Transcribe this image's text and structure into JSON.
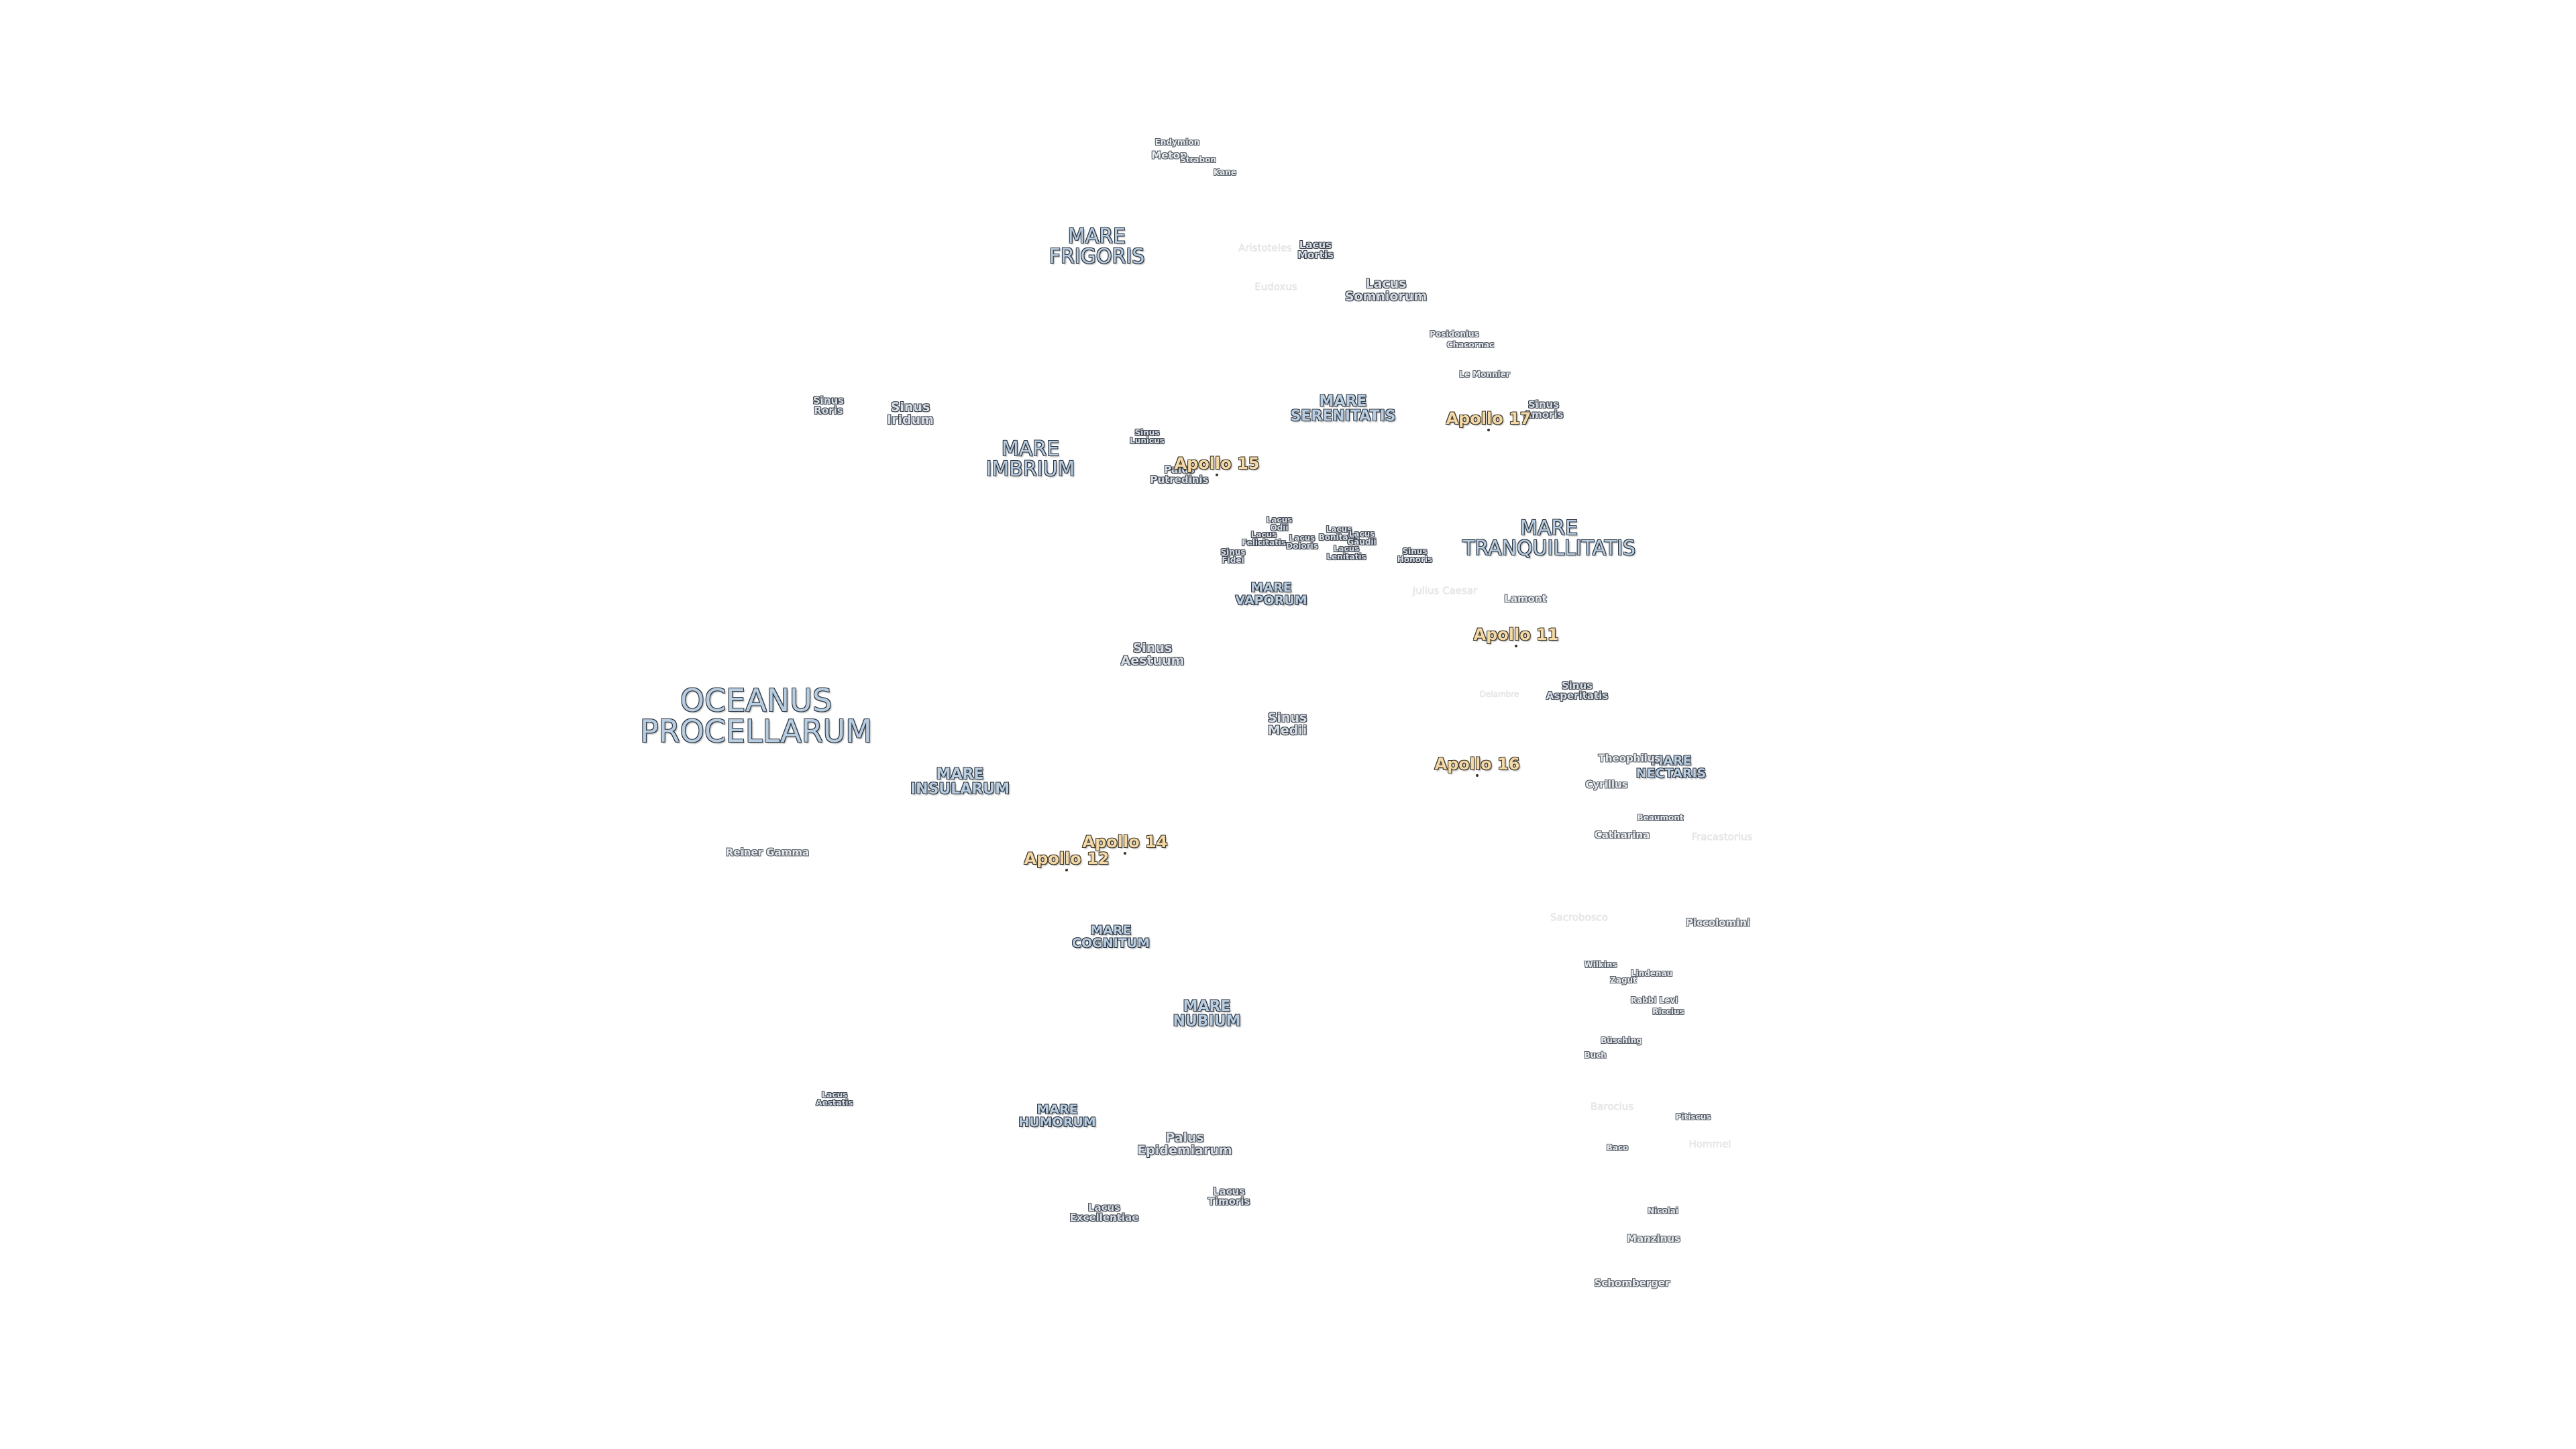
{
  "maria": [
    {
      "name": "OCEANUS\nPROCELLARUM",
      "size": "xl"
    },
    {
      "name": "MARE\nFRIGORIS",
      "size": "l"
    },
    {
      "name": "MARE\nIMBRIUM",
      "size": "l"
    },
    {
      "name": "MARE\nSERENITATIS",
      "size": "m"
    },
    {
      "name": "MARE\nTRANQUILLITATIS",
      "size": "l"
    },
    {
      "name": "MARE\nVAPORUM",
      "size": "s"
    },
    {
      "name": "MARE\nINSULARUM",
      "size": "m"
    },
    {
      "name": "MARE\nCOGNITUM",
      "size": "s"
    },
    {
      "name": "MARE\nNUBIUM",
      "size": "m"
    },
    {
      "name": "MARE\nHUMORUM",
      "size": "s"
    },
    {
      "name": "MARE\nNECTARIS",
      "size": "s"
    }
  ],
  "features": [
    {
      "name": "Lacus\nSomniorum",
      "size": "s"
    },
    {
      "name": "Lacus\nMortis",
      "size": "xs"
    },
    {
      "name": "Sinus\nRoris",
      "size": "xs"
    },
    {
      "name": "Sinus\nIridum",
      "size": "s"
    },
    {
      "name": "Sinus\nLunicus",
      "size": "xxs"
    },
    {
      "name": "Palus\nPutredinis",
      "size": "xs"
    },
    {
      "name": "Sinus\nAmoris",
      "size": "xs"
    },
    {
      "name": "Lacus\nOdii",
      "size": "xxs"
    },
    {
      "name": "Lacus\nFelicitatis",
      "size": "xxs"
    },
    {
      "name": "Lacus\nDoloris",
      "size": "xxs"
    },
    {
      "name": "Lacus\nBonitatis",
      "size": "xxs"
    },
    {
      "name": "Lacus\nGaudii",
      "size": "xxs"
    },
    {
      "name": "Lacus\nLenitatis",
      "size": "xxs"
    },
    {
      "name": "Sinus\nFidei",
      "size": "xxs"
    },
    {
      "name": "Sinus\nHonoris",
      "size": "xxs"
    },
    {
      "name": "Sinus\nAestuum",
      "size": "s"
    },
    {
      "name": "Sinus\nMedii",
      "size": "s"
    },
    {
      "name": "Sinus\nAsperitatis",
      "size": "xs"
    },
    {
      "name": "Palus\nEpidemiarum",
      "size": "s"
    },
    {
      "name": "Lacus\nExcellentiae",
      "size": "xs"
    },
    {
      "name": "Lacus\nTimoris",
      "size": "xs"
    },
    {
      "name": "Lacus\nAestatis",
      "size": "xxs"
    }
  ],
  "craters": [
    {
      "name": "Endymion",
      "style": "crater"
    },
    {
      "name": "Meton",
      "style": "crater"
    },
    {
      "name": "Strabon",
      "style": "crater"
    },
    {
      "name": "Kane",
      "style": "crater"
    },
    {
      "name": "Aristoteles",
      "style": "faded"
    },
    {
      "name": "Eudoxus",
      "style": "faded"
    },
    {
      "name": "Posidonius",
      "style": "crater"
    },
    {
      "name": "Chacornac",
      "style": "crater"
    },
    {
      "name": "Le Monnier",
      "style": "crater"
    },
    {
      "name": "Julius Caesar",
      "style": "faded"
    },
    {
      "name": "Lamont",
      "style": "crater"
    },
    {
      "name": "Delambre",
      "style": "faded"
    },
    {
      "name": "Theophilus",
      "style": "crater"
    },
    {
      "name": "Cyrillus",
      "style": "crater"
    },
    {
      "name": "Beaumont",
      "style": "crater"
    },
    {
      "name": "Catharina",
      "style": "crater"
    },
    {
      "name": "Fracastorius",
      "style": "faded"
    },
    {
      "name": "Reiner Gamma",
      "style": "crater"
    },
    {
      "name": "Sacrobosco",
      "style": "faded"
    },
    {
      "name": "Piccolomini",
      "style": "crater"
    },
    {
      "name": "Wilkins",
      "style": "crater"
    },
    {
      "name": "Zagut",
      "style": "crater"
    },
    {
      "name": "Lindenau",
      "style": "crater"
    },
    {
      "name": "Rabbi Levi",
      "style": "crater"
    },
    {
      "name": "Riccius",
      "style": "crater"
    },
    {
      "name": "Büsching",
      "style": "crater"
    },
    {
      "name": "Buch",
      "style": "crater"
    },
    {
      "name": "Barocius",
      "style": "faded"
    },
    {
      "name": "Pitiscus",
      "style": "crater"
    },
    {
      "name": "Baco",
      "style": "crater"
    },
    {
      "name": "Hommel",
      "style": "faded"
    },
    {
      "name": "Nicolai",
      "style": "crater"
    },
    {
      "name": "Manzinus",
      "style": "crater"
    },
    {
      "name": "Schomberger",
      "style": "crater"
    }
  ],
  "apollo_sites": [
    {
      "name": "Apollo 15"
    },
    {
      "name": "Apollo 17"
    },
    {
      "name": "Apollo 11"
    },
    {
      "name": "Apollo 16"
    },
    {
      "name": "Apollo 14"
    },
    {
      "name": "Apollo 12"
    }
  ]
}
